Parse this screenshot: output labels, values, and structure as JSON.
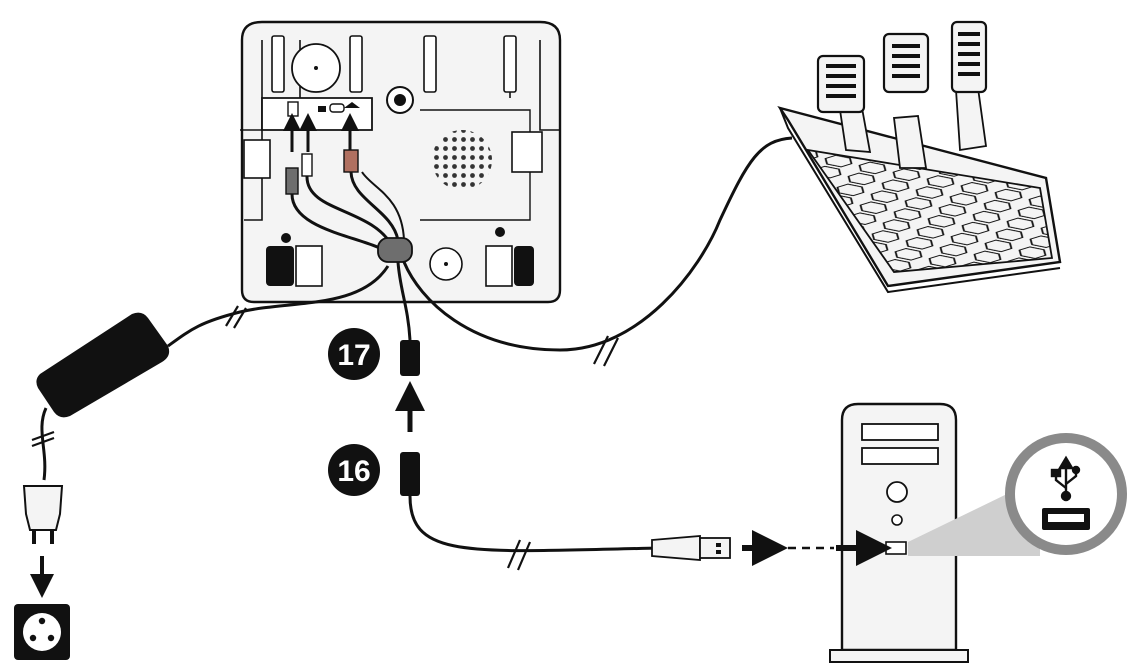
{
  "callouts": [
    {
      "id": "17",
      "label": "17"
    },
    {
      "id": "16",
      "label": "16"
    }
  ],
  "icons": {
    "usb": "usb-icon",
    "power_outlet": "power-outlet-icon",
    "arrow": "arrow-icon"
  },
  "colors": {
    "line": "#111111",
    "fill_light": "#f4f4f4",
    "fill_mid": "#cfcfcf",
    "fill_dark": "#6e6e6e",
    "connector_red": "#b07060",
    "background": "#ffffff"
  }
}
